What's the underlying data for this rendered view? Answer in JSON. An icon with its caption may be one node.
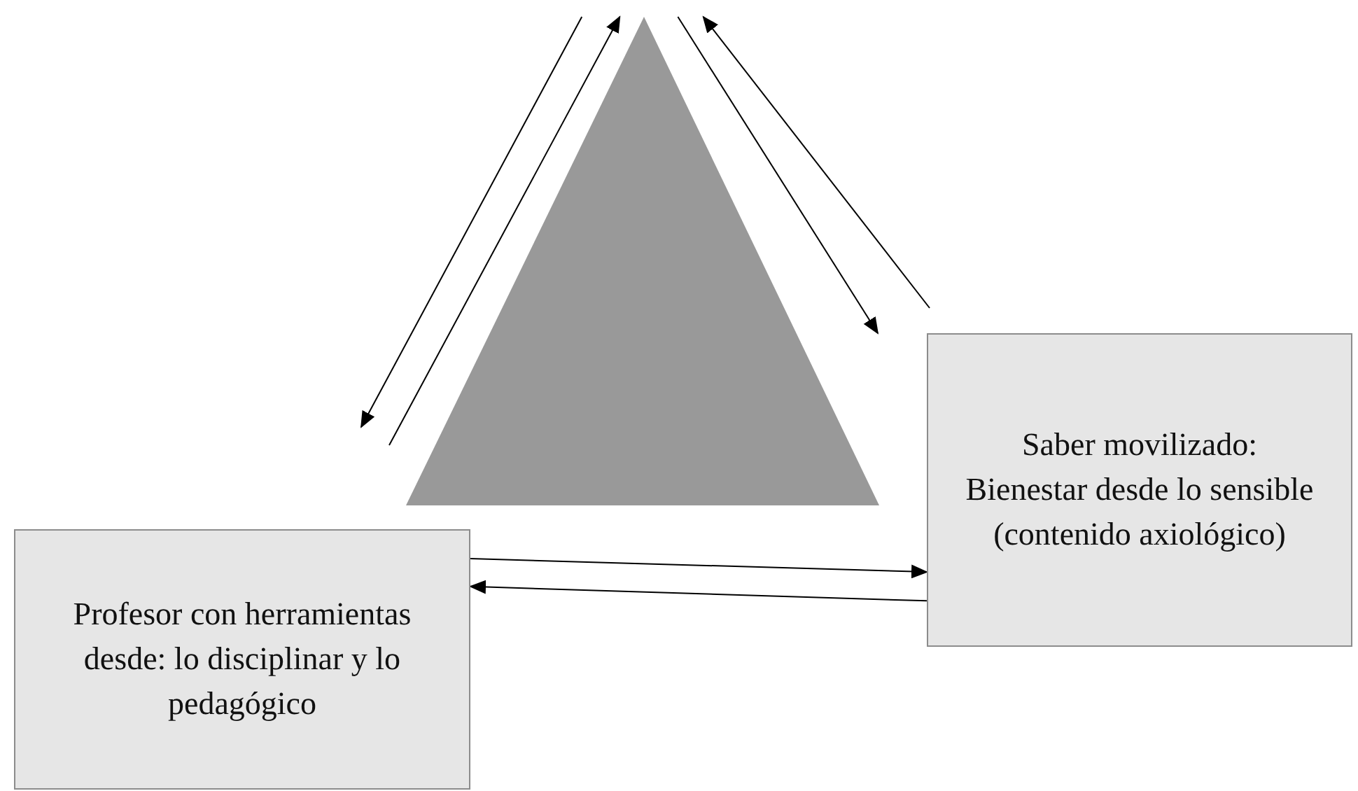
{
  "diagram": {
    "nodes": [
      {
        "text": [],
        "shape": "triangle"
      },
      {
        "text": [
          "Profesor con herramientas desde: lo disciplinar y lo pedagógico"
        ]
      },
      {
        "text": [
          "Saber movilizado: Bienestar desde lo sensible (contenido axiológico)"
        ]
      }
    ],
    "edges": [
      {
        "from": 0,
        "to": null,
        "arrow": "to"
      },
      {
        "from": null,
        "to": 0,
        "arrow": "to"
      },
      {
        "from": null,
        "to": 0,
        "arrow": "to"
      },
      {
        "from": 0,
        "to": null,
        "arrow": "to"
      },
      {
        "from": 1,
        "to": 2,
        "arrow": "to"
      },
      {
        "from": 2,
        "to": 1,
        "arrow": "to"
      }
    ]
  }
}
